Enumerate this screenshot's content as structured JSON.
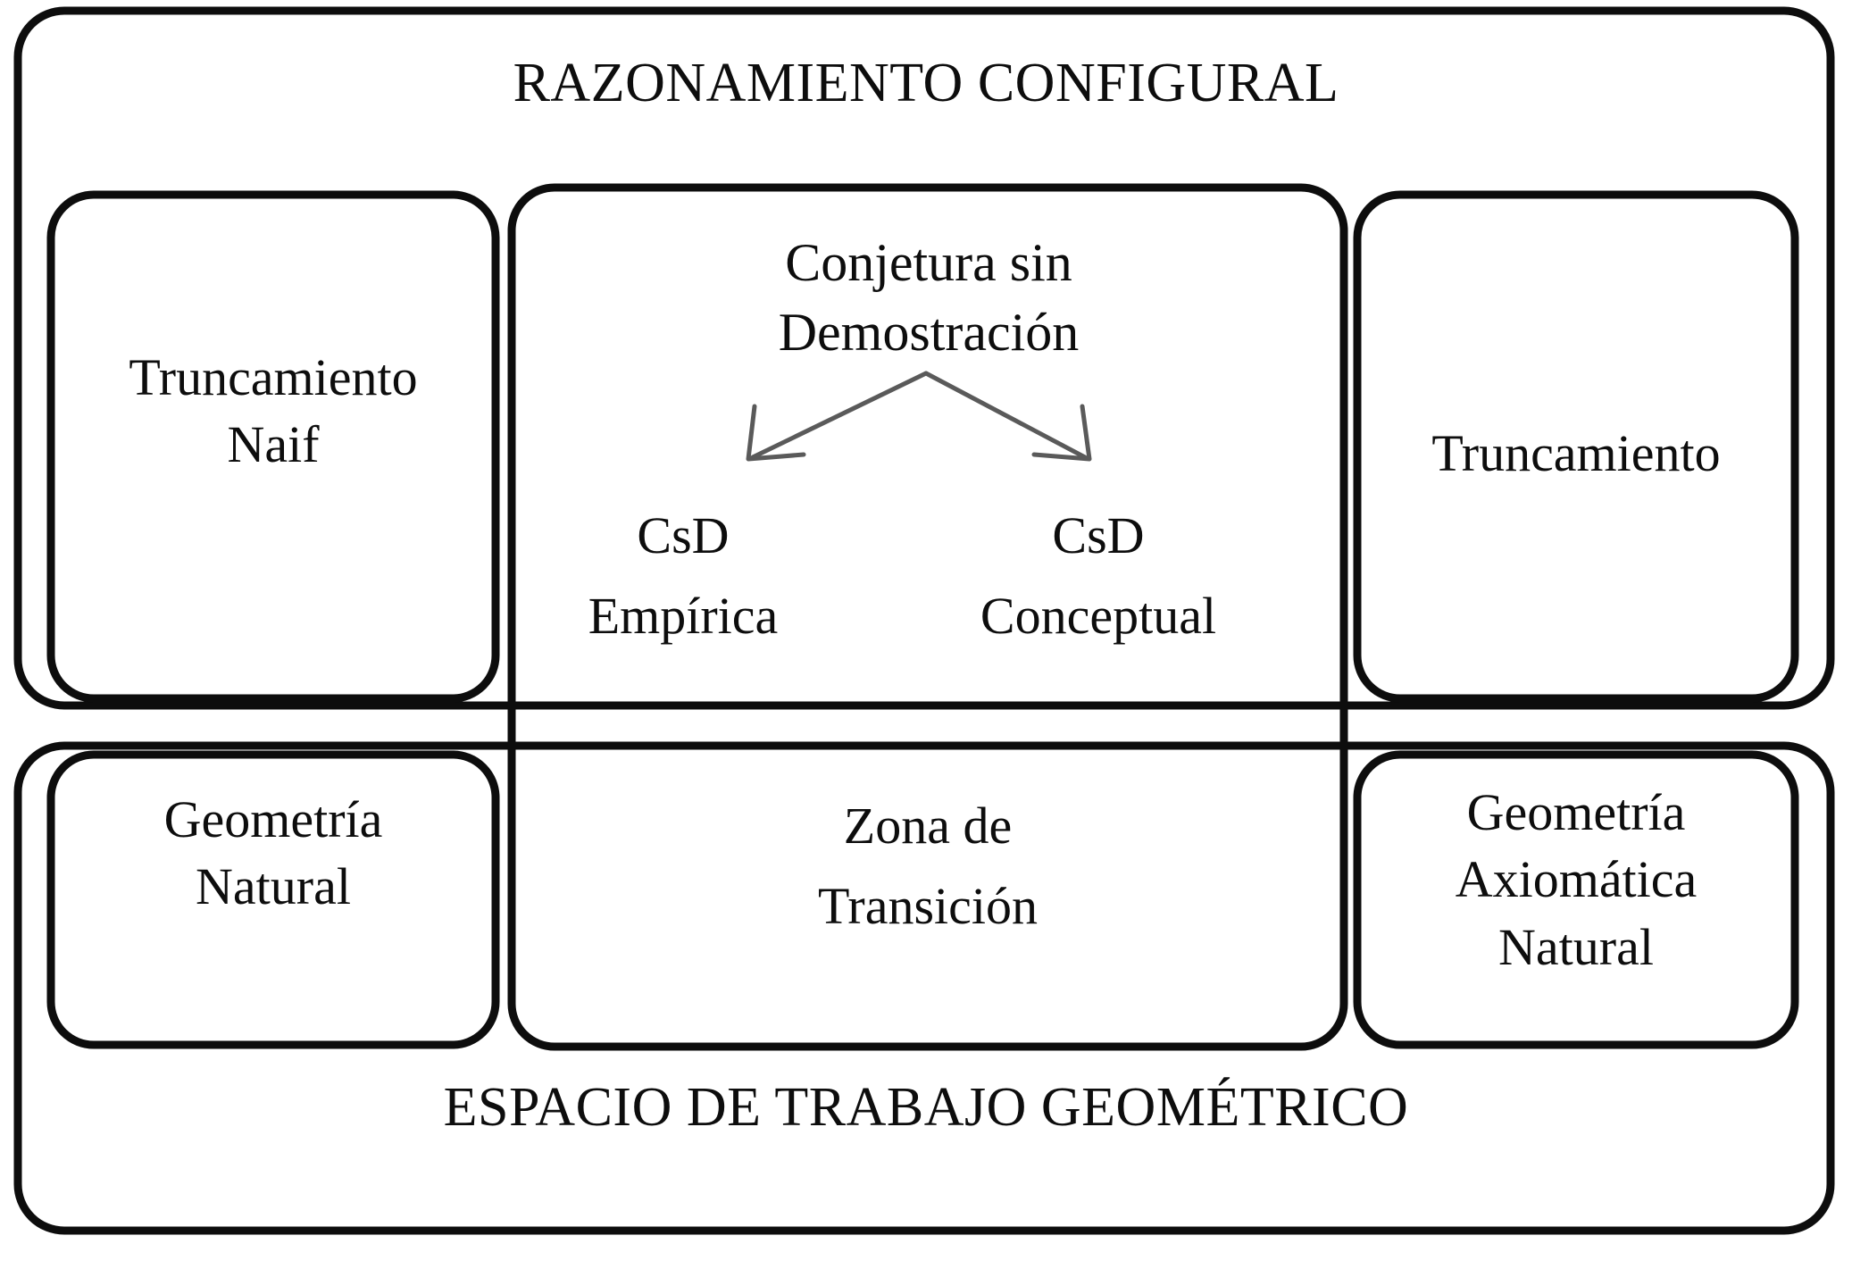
{
  "diagram": {
    "type": "nested-region-diagram",
    "background_color": "#ffffff",
    "stroke_color": "#0d0d0d",
    "arrow_color": "#5a5a5a",
    "frames": [
      {
        "id": "razonamiento-configural",
        "title": "RAZONAMIENTO CONFIGURAL",
        "title_position": "top"
      },
      {
        "id": "espacio-de-trabajo-geometrico",
        "title": "ESPACIO DE TRABAJO GEOMÉTRICO",
        "title_position": "bottom"
      }
    ],
    "boxes": {
      "truncamiento_naif": "Truncamiento\nNaif",
      "truncamiento": "Truncamiento",
      "conjetura_sin_demostracion": "Conjetura sin\nDemostración",
      "csd_empirica": "CsD\nEmpírica",
      "csd_conceptual": "CsD\nConceptual",
      "geometria_natural": "Geometría\nNatural",
      "zona_de_transicion": "Zona de\nTransición",
      "geometria_axiomatica_natural": "Geometría\nAxiomática\nNatural"
    },
    "arrows": [
      {
        "id": "conjetura-to-csd-empirica",
        "from": "conjetura_sin_demostracion",
        "to": "csd_empirica",
        "direction": "down-left"
      },
      {
        "id": "conjetura-to-csd-conceptual",
        "from": "conjetura_sin_demostracion",
        "to": "csd_conceptual",
        "direction": "down-right"
      }
    ]
  }
}
